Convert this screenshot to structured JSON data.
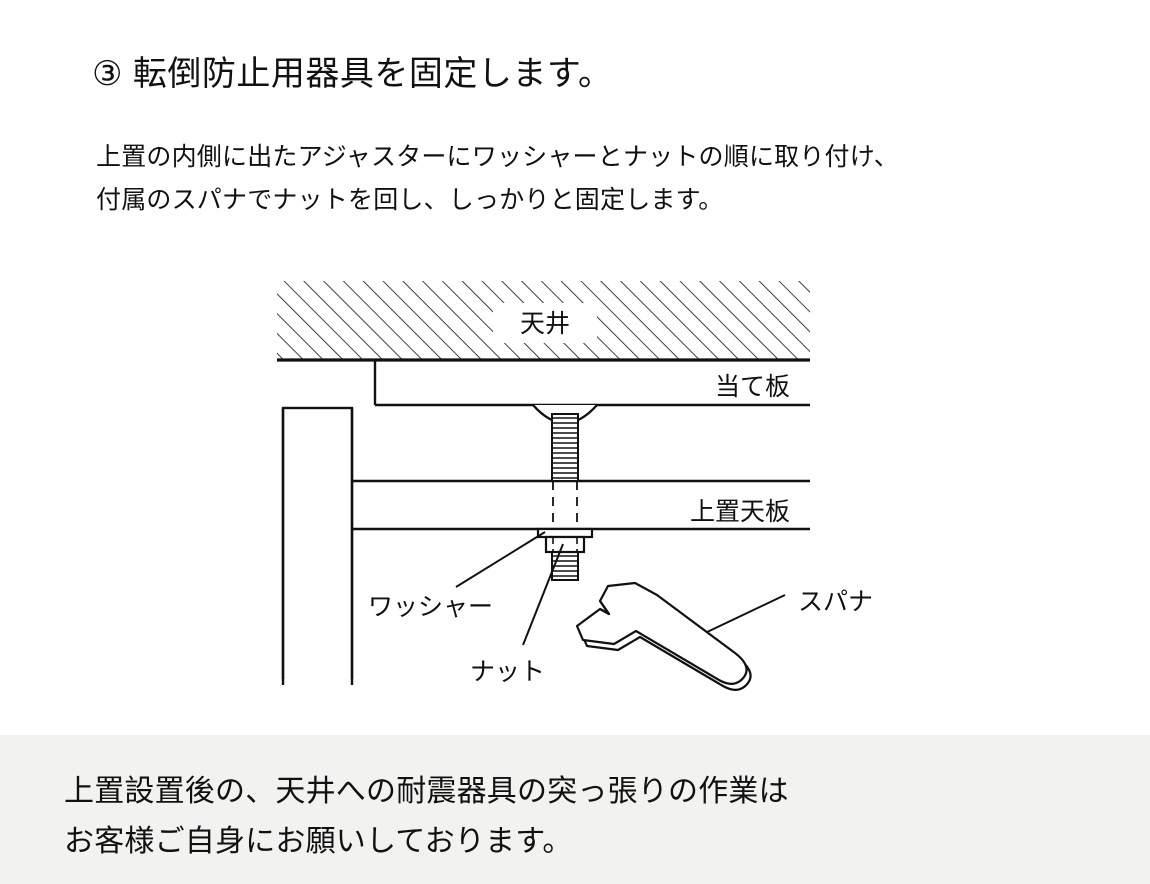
{
  "step": {
    "number": "③",
    "heading": "③ 転倒防止用器具を固定します。",
    "body_lines": [
      "上置の内側に出たアジャスターにワッシャーとナットの順に取り付け、",
      "付属のスパナでナットを回し、しっかりと固定します。"
    ]
  },
  "diagram": {
    "labels": {
      "ceiling": "天井",
      "backing_board": "当て板",
      "upper_top_board": "上置天板",
      "washer": "ワッシャー",
      "nut": "ナット",
      "spanner": "スパナ"
    },
    "colors": {
      "line": "#111111",
      "fill": "#ffffff",
      "hatch": "#111111"
    }
  },
  "note": {
    "lines": [
      "上置設置後の、天井への耐震器具の突っ張りの作業は",
      "お客様ご自身にお願いしております。"
    ],
    "background": "#f2f2f0"
  }
}
